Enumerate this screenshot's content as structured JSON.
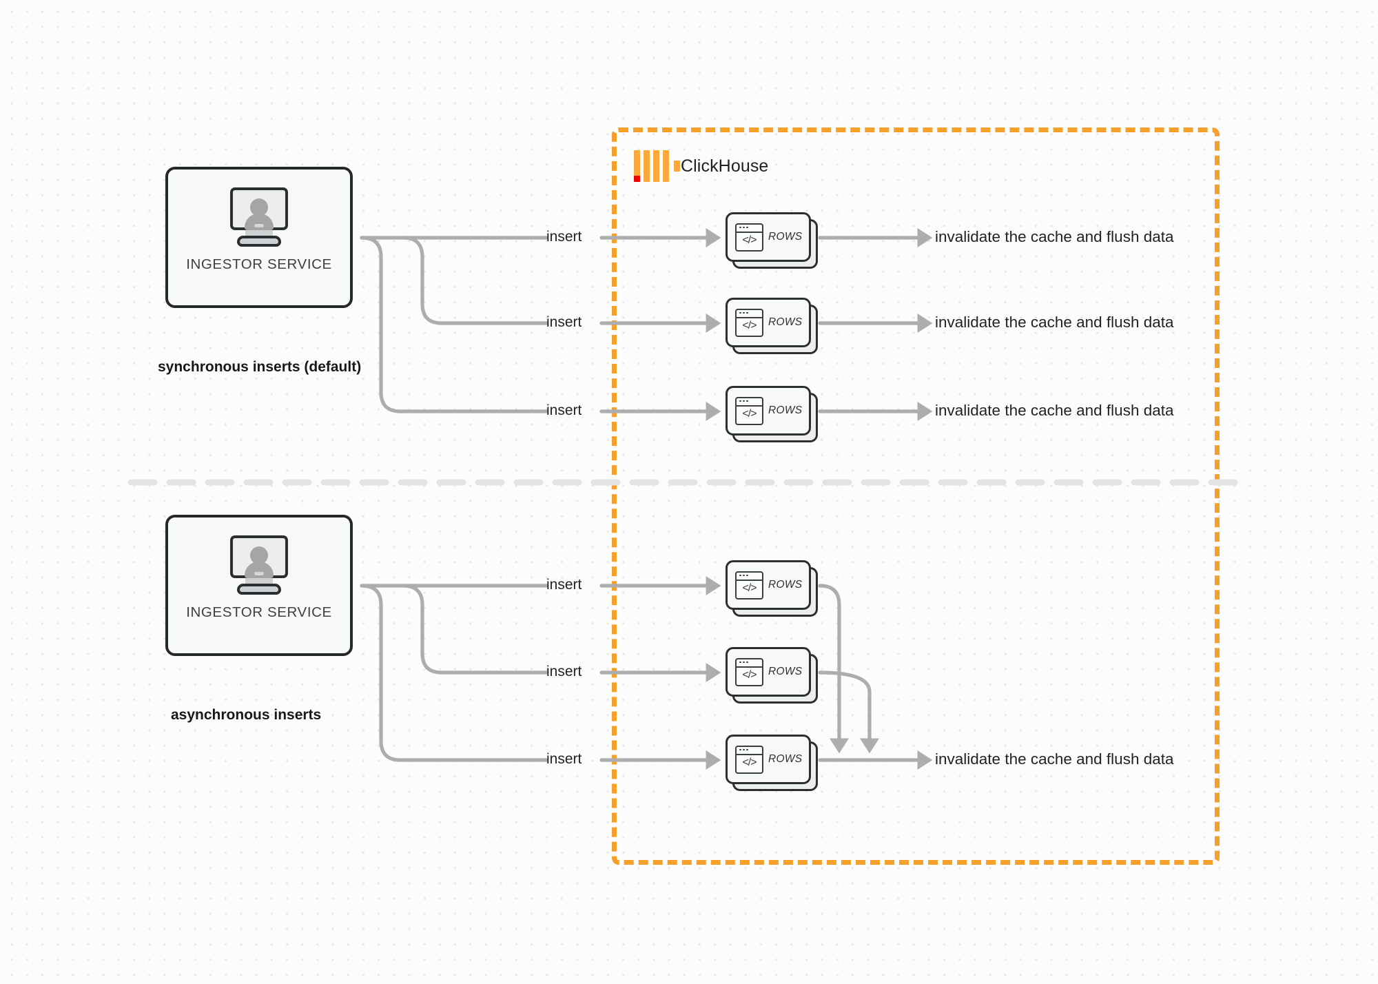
{
  "diagram": {
    "title": "ClickHouse synchronous vs asynchronous inserts",
    "background_color": "#fcfcfc",
    "accent_color": "#f5a02a",
    "wire_color": "#acadad"
  },
  "clickhouse_zone": {
    "logo_name": "ClickHouse",
    "border_color": "#f5a02a",
    "bar_color": "#faa93a",
    "accent_square_color": "#f00000"
  },
  "sections": [
    {
      "caption": "synchronous inserts (default)",
      "source": {
        "label": "INGESTOR SERVICE",
        "icon": "user-monitor-icon"
      },
      "edges": [
        {
          "label": "insert",
          "target": {
            "label": "ROWS",
            "icon": "code-window-icon"
          },
          "sink": "invalidate the cache and flush data"
        },
        {
          "label": "insert",
          "target": {
            "label": "ROWS",
            "icon": "code-window-icon"
          },
          "sink": "invalidate the cache and flush data"
        },
        {
          "label": "insert",
          "target": {
            "label": "ROWS",
            "icon": "code-window-icon"
          },
          "sink": "invalidate the cache and flush data"
        }
      ]
    },
    {
      "caption": "asynchronous inserts",
      "source": {
        "label": "INGESTOR SERVICE",
        "icon": "user-monitor-icon"
      },
      "edges": [
        {
          "label": "insert",
          "target": {
            "label": "ROWS",
            "icon": "code-window-icon"
          }
        },
        {
          "label": "insert",
          "target": {
            "label": "ROWS",
            "icon": "code-window-icon"
          }
        },
        {
          "label": "insert",
          "target": {
            "label": "ROWS",
            "icon": "code-window-icon"
          }
        }
      ],
      "merged_sink": "invalidate the cache and flush data"
    }
  ],
  "code_glyph": "</>"
}
